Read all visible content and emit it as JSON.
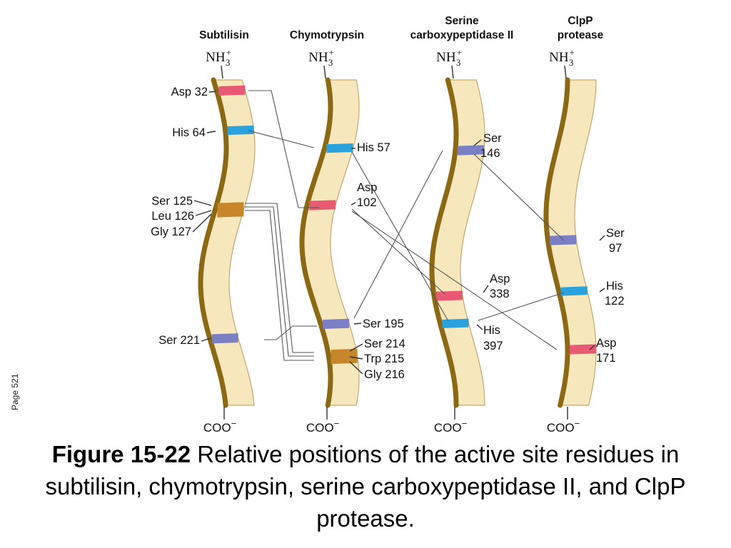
{
  "page_number": "Page 521",
  "caption": {
    "figure_number": "Figure 15-22",
    "text": "Relative positions of the active site residues in subtilisin, chymotrypsin, serine carboxypeptidase II, and ClpP protease."
  },
  "terminus": {
    "n": "NH",
    "n_sup": "+",
    "n_sub": "3",
    "c": "COO",
    "c_sup": "−"
  },
  "colors": {
    "strand_fill": "#f6e7bd",
    "strand_edge": "#8b6914",
    "asp": "#e85a73",
    "his": "#2aa2dd",
    "ser": "#7b7fc4",
    "ser_leu_gly_block": "#c8862a",
    "connector": "#555555"
  },
  "columns": [
    {
      "id": "subtilisin",
      "title_lines": [
        "Subtilisin"
      ],
      "residues": [
        {
          "type": "asp",
          "label_lines": [
            "Asp 32"
          ]
        },
        {
          "type": "his",
          "label_lines": [
            "His 64"
          ]
        },
        {
          "type": "block",
          "label_lines": [
            "Ser 125",
            "Leu 126",
            "Gly 127"
          ]
        },
        {
          "type": "ser",
          "label_lines": [
            "Ser 221"
          ]
        }
      ]
    },
    {
      "id": "chymotrypsin",
      "title_lines": [
        "Chymotrypsin"
      ],
      "residues": [
        {
          "type": "his",
          "label_lines": [
            "His 57"
          ]
        },
        {
          "type": "asp",
          "label_lines": [
            "Asp",
            "102"
          ]
        },
        {
          "type": "ser",
          "label_lines": [
            "Ser 195"
          ]
        },
        {
          "type": "block",
          "label_lines": [
            "Ser 214",
            "Trp 215",
            "Gly 216"
          ]
        }
      ]
    },
    {
      "id": "serine-carboxypeptidase",
      "title_lines": [
        "Serine",
        "carboxypeptidase II"
      ],
      "residues": [
        {
          "type": "ser",
          "label_lines": [
            "Ser",
            "146"
          ]
        },
        {
          "type": "asp",
          "label_lines": [
            "Asp",
            "338"
          ]
        },
        {
          "type": "his",
          "label_lines": [
            "His",
            "397"
          ]
        }
      ]
    },
    {
      "id": "clpp",
      "title_lines": [
        "ClpP",
        "protease"
      ],
      "residues": [
        {
          "type": "ser",
          "label_lines": [
            "Ser",
            "97"
          ]
        },
        {
          "type": "his",
          "label_lines": [
            "His",
            "122"
          ]
        },
        {
          "type": "asp",
          "label_lines": [
            "Asp",
            "171"
          ]
        }
      ]
    }
  ]
}
